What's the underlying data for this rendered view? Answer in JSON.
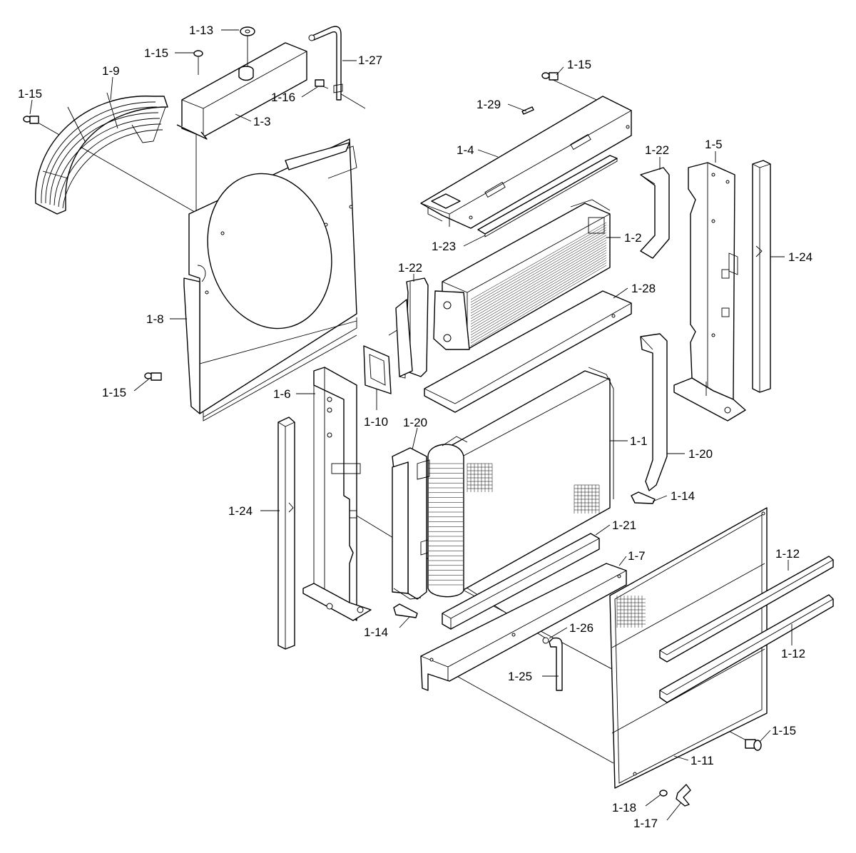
{
  "labels": [
    {
      "text": "1-13"
    },
    {
      "text": "1-15"
    },
    {
      "text": "1-27"
    },
    {
      "text": "1-9"
    },
    {
      "text": "1-15"
    },
    {
      "text": "1-16"
    },
    {
      "text": "1-3"
    },
    {
      "text": "1-15"
    },
    {
      "text": "1-29"
    },
    {
      "text": "1-4"
    },
    {
      "text": "1-22"
    },
    {
      "text": "1-5"
    },
    {
      "text": "1-23"
    },
    {
      "text": "1-2"
    },
    {
      "text": "1-24"
    },
    {
      "text": "1-22"
    },
    {
      "text": "1-28"
    },
    {
      "text": "1-8"
    },
    {
      "text": "1-15"
    },
    {
      "text": "1-6"
    },
    {
      "text": "1-10"
    },
    {
      "text": "1-20"
    },
    {
      "text": "1-1"
    },
    {
      "text": "1-20"
    },
    {
      "text": "1-14"
    },
    {
      "text": "1-24"
    },
    {
      "text": "1-21"
    },
    {
      "text": "1-7"
    },
    {
      "text": "1-12"
    },
    {
      "text": "1-12"
    },
    {
      "text": "1-26"
    },
    {
      "text": "1-14"
    },
    {
      "text": "1-25"
    },
    {
      "text": "1-15"
    },
    {
      "text": "1-11"
    },
    {
      "text": "1-18"
    },
    {
      "text": "1-17"
    }
  ]
}
